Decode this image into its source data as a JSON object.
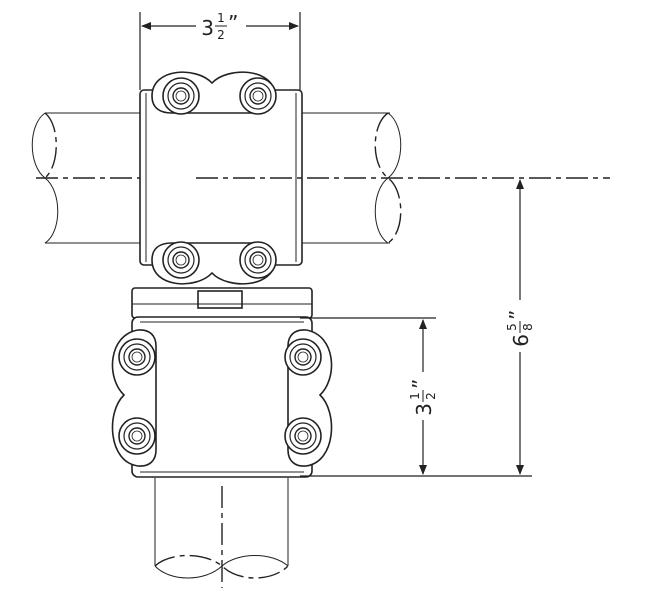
{
  "dimensions": {
    "top_width": {
      "whole": "3",
      "num": "1",
      "den": "2",
      "mark": "”"
    },
    "lower_height": {
      "whole": "3",
      "num": "1",
      "den": "2",
      "mark": "”"
    },
    "overall_height": {
      "whole": "6",
      "num": "5",
      "den": "8",
      "mark": "”"
    }
  }
}
